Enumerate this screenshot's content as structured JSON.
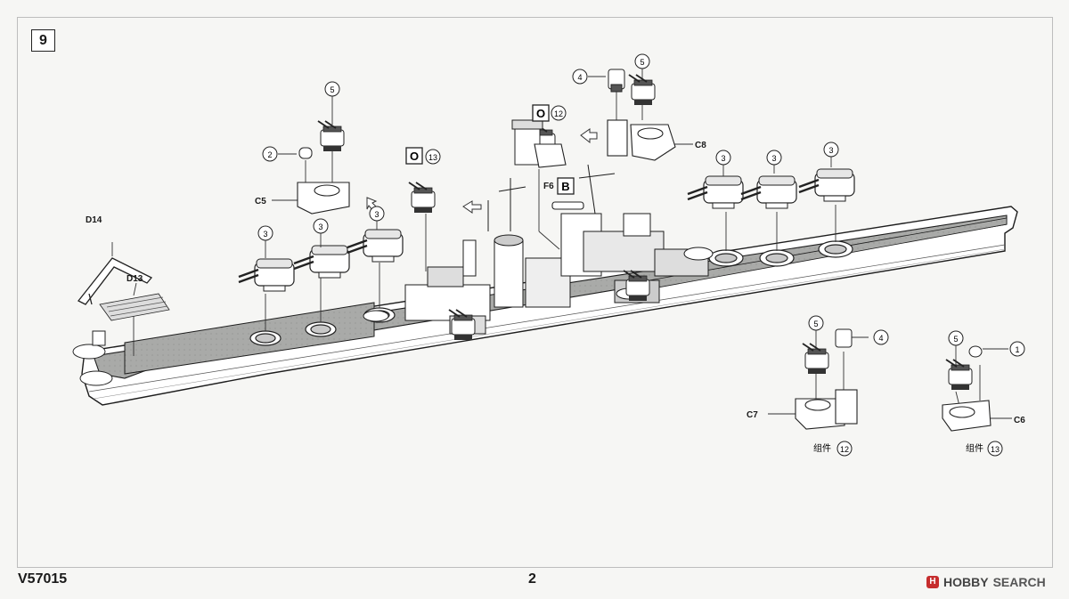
{
  "step_number": "9",
  "footer": {
    "product_code": "V57015",
    "page_number": "2",
    "brand": "HOBBY",
    "brand_suffix": "SEARCH"
  },
  "labels": [
    {
      "id": "d14",
      "text": "D14"
    },
    {
      "id": "d13",
      "text": "D13"
    },
    {
      "id": "c5",
      "text": "C5"
    },
    {
      "id": "c8",
      "text": "C8"
    },
    {
      "id": "f6",
      "text": "F6"
    },
    {
      "id": "b",
      "text": "B"
    },
    {
      "id": "c7",
      "text": "C7"
    },
    {
      "id": "c6",
      "text": "C6"
    }
  ],
  "callouts": {
    "one": "1",
    "two": "2",
    "three": "3",
    "four": "4",
    "five": "5",
    "twelve": "12",
    "thirteen": "13",
    "o_letter": "O"
  },
  "subassemblies": [
    {
      "id": "asm12",
      "label": "组件",
      "number": "12"
    },
    {
      "id": "asm13",
      "label": "组件",
      "number": "13"
    }
  ],
  "colors": {
    "deck": "#a9aaa8",
    "line": "#1d1d1d",
    "hull": "#ffffff"
  }
}
